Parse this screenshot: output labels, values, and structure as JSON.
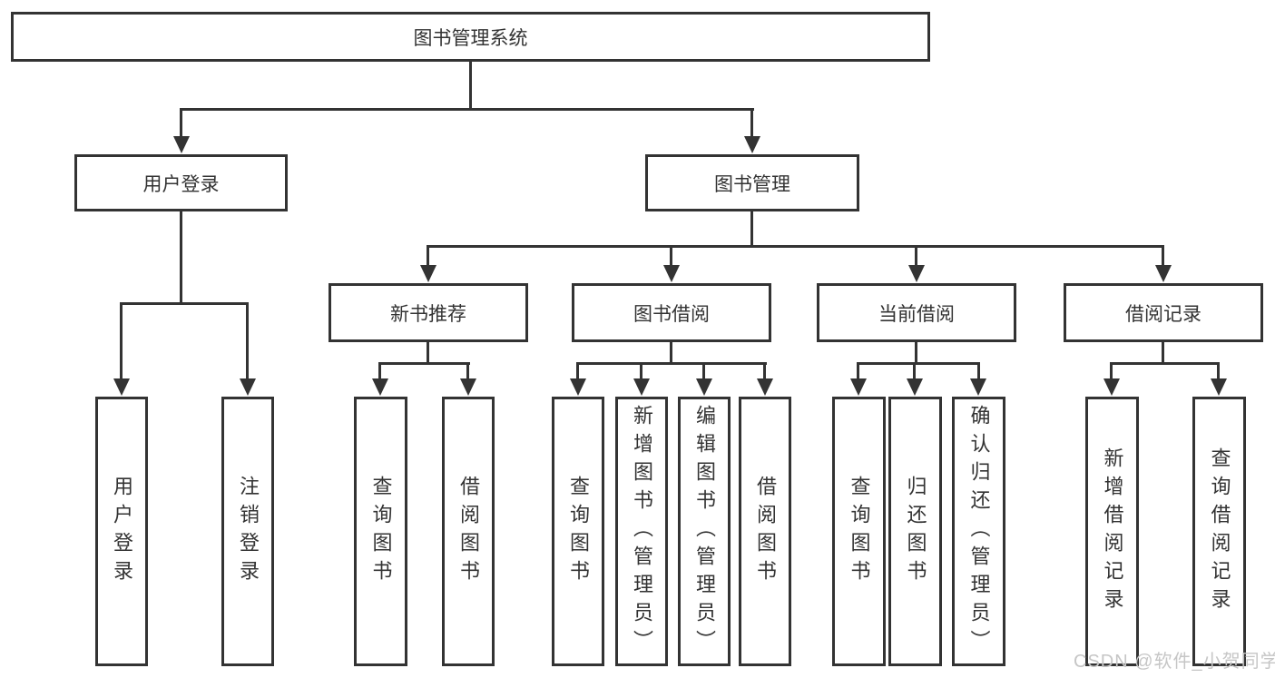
{
  "tree": {
    "label": "图书管理系统",
    "children": [
      {
        "label": "用户登录",
        "children": [
          {
            "label": "用户登录"
          },
          {
            "label": "注销登录"
          }
        ]
      },
      {
        "label": "图书管理",
        "children": [
          {
            "label": "新书推荐",
            "children": [
              {
                "label": "查询图书"
              },
              {
                "label": "借阅图书"
              }
            ]
          },
          {
            "label": "图书借阅",
            "children": [
              {
                "label": "查询图书"
              },
              {
                "label": "新增图书（管理员）"
              },
              {
                "label": "编辑图书（管理员）"
              },
              {
                "label": "借阅图书"
              }
            ]
          },
          {
            "label": "当前借阅",
            "children": [
              {
                "label": "查询图书"
              },
              {
                "label": "归还图书"
              },
              {
                "label": "确认归还（管理员）"
              }
            ]
          },
          {
            "label": "借阅记录",
            "children": [
              {
                "label": "新增借阅记录"
              },
              {
                "label": "查询借阅记录"
              }
            ]
          }
        ]
      }
    ]
  },
  "watermark": {
    "text": "CSDN @软件_小贺同学"
  },
  "colors": {
    "line": "#333333",
    "text": "#333333",
    "watermark": "#c6c6c6",
    "background": "#ffffff"
  }
}
